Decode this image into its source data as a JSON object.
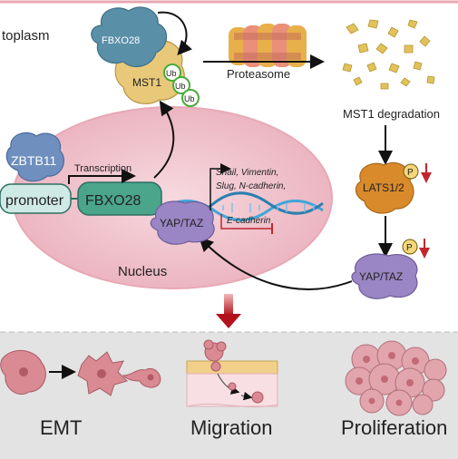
{
  "labels": {
    "cytoplasm": "toplasm",
    "fbxo28_top": "FBXO28",
    "mst1": "MST1",
    "ub": "Ub",
    "proteasome": "Proteasome",
    "mst1_degradation": "MST1 degradation",
    "zbtb11": "ZBTB11",
    "transcription": "Transcription",
    "promoter": "promoter",
    "fbxo28_gene": "FBXO28",
    "targets_line1": "Snail, Vimentin,",
    "targets_line2": "Slug, N-cadherin,",
    "e_cadherin": "E-cadherin",
    "yap_taz_nucleus": "YAP/TAZ",
    "nucleus": "Nucleus",
    "lats": "LATS1/2",
    "p": "P",
    "yap_taz_cyto": "YAP/TAZ"
  },
  "bottom": {
    "emt": "EMT",
    "migration": "Migration",
    "proliferation": "Proliferation"
  },
  "colors": {
    "nucleus_fill": "#f2c6cf",
    "fbxo28_protein": "#5a8fa8",
    "mst1_protein": "#e8c97a",
    "ub_green": "#4caa3c",
    "zbtb11": "#6f8fbf",
    "promoter_fill": "#cfe9e5",
    "gene_fill": "#4aa58b",
    "yap_taz": "#9a86c4",
    "lats": "#d98a2a",
    "phospho": "#f5d77a",
    "down_arrow": "#c0272d",
    "dna_blue": "#3fa6d8",
    "bottom_panel": "#e3e3e3",
    "cell_pink": "#d98a93"
  }
}
